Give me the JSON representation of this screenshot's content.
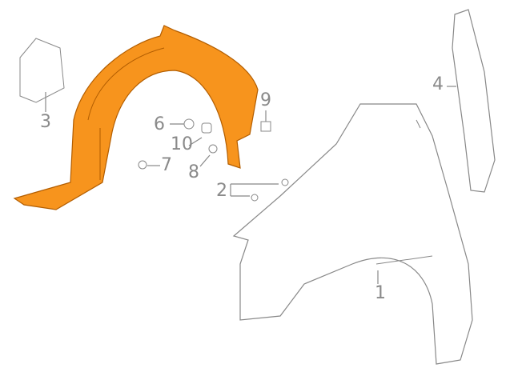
{
  "callouts": {
    "c1": "1",
    "c2": "2",
    "c3": "3",
    "c4": "4",
    "c6": "6",
    "c7": "7",
    "c8": "8",
    "c9": "9",
    "c10": "10"
  },
  "colors": {
    "liner": "#f7941d",
    "line": "#8a8a8a"
  }
}
